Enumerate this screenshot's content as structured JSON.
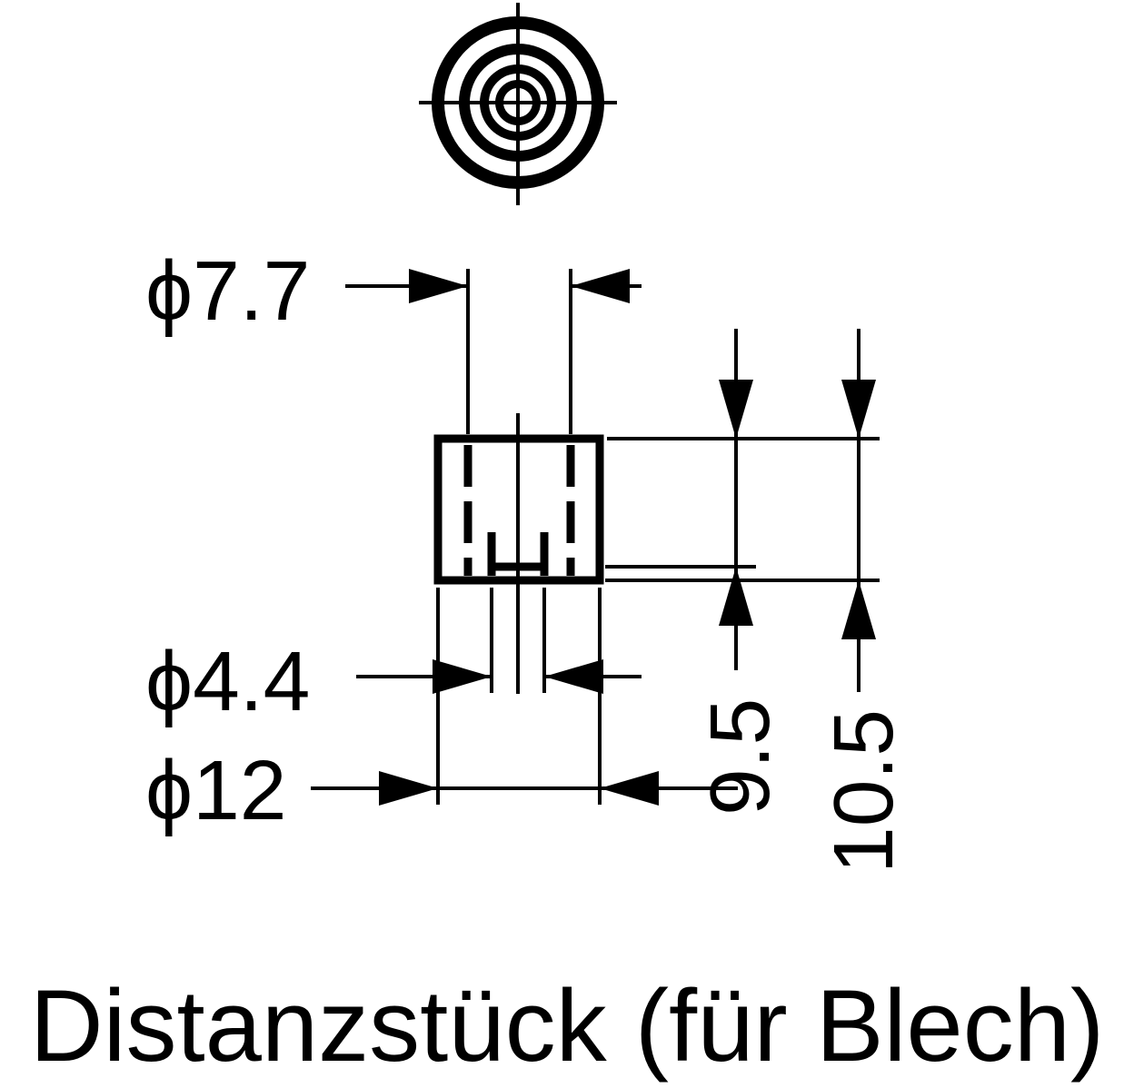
{
  "drawing": {
    "caption": "Distanzstück (für Blech)",
    "labels": {
      "dia_7_7": "ϕ7.7",
      "dia_4_4": "ϕ4.4",
      "dia_12": "ϕ12",
      "height_9_5": "9.5",
      "height_10_5": "10.5"
    },
    "colors": {
      "ink": "#000000",
      "background": "#ffffff"
    }
  }
}
